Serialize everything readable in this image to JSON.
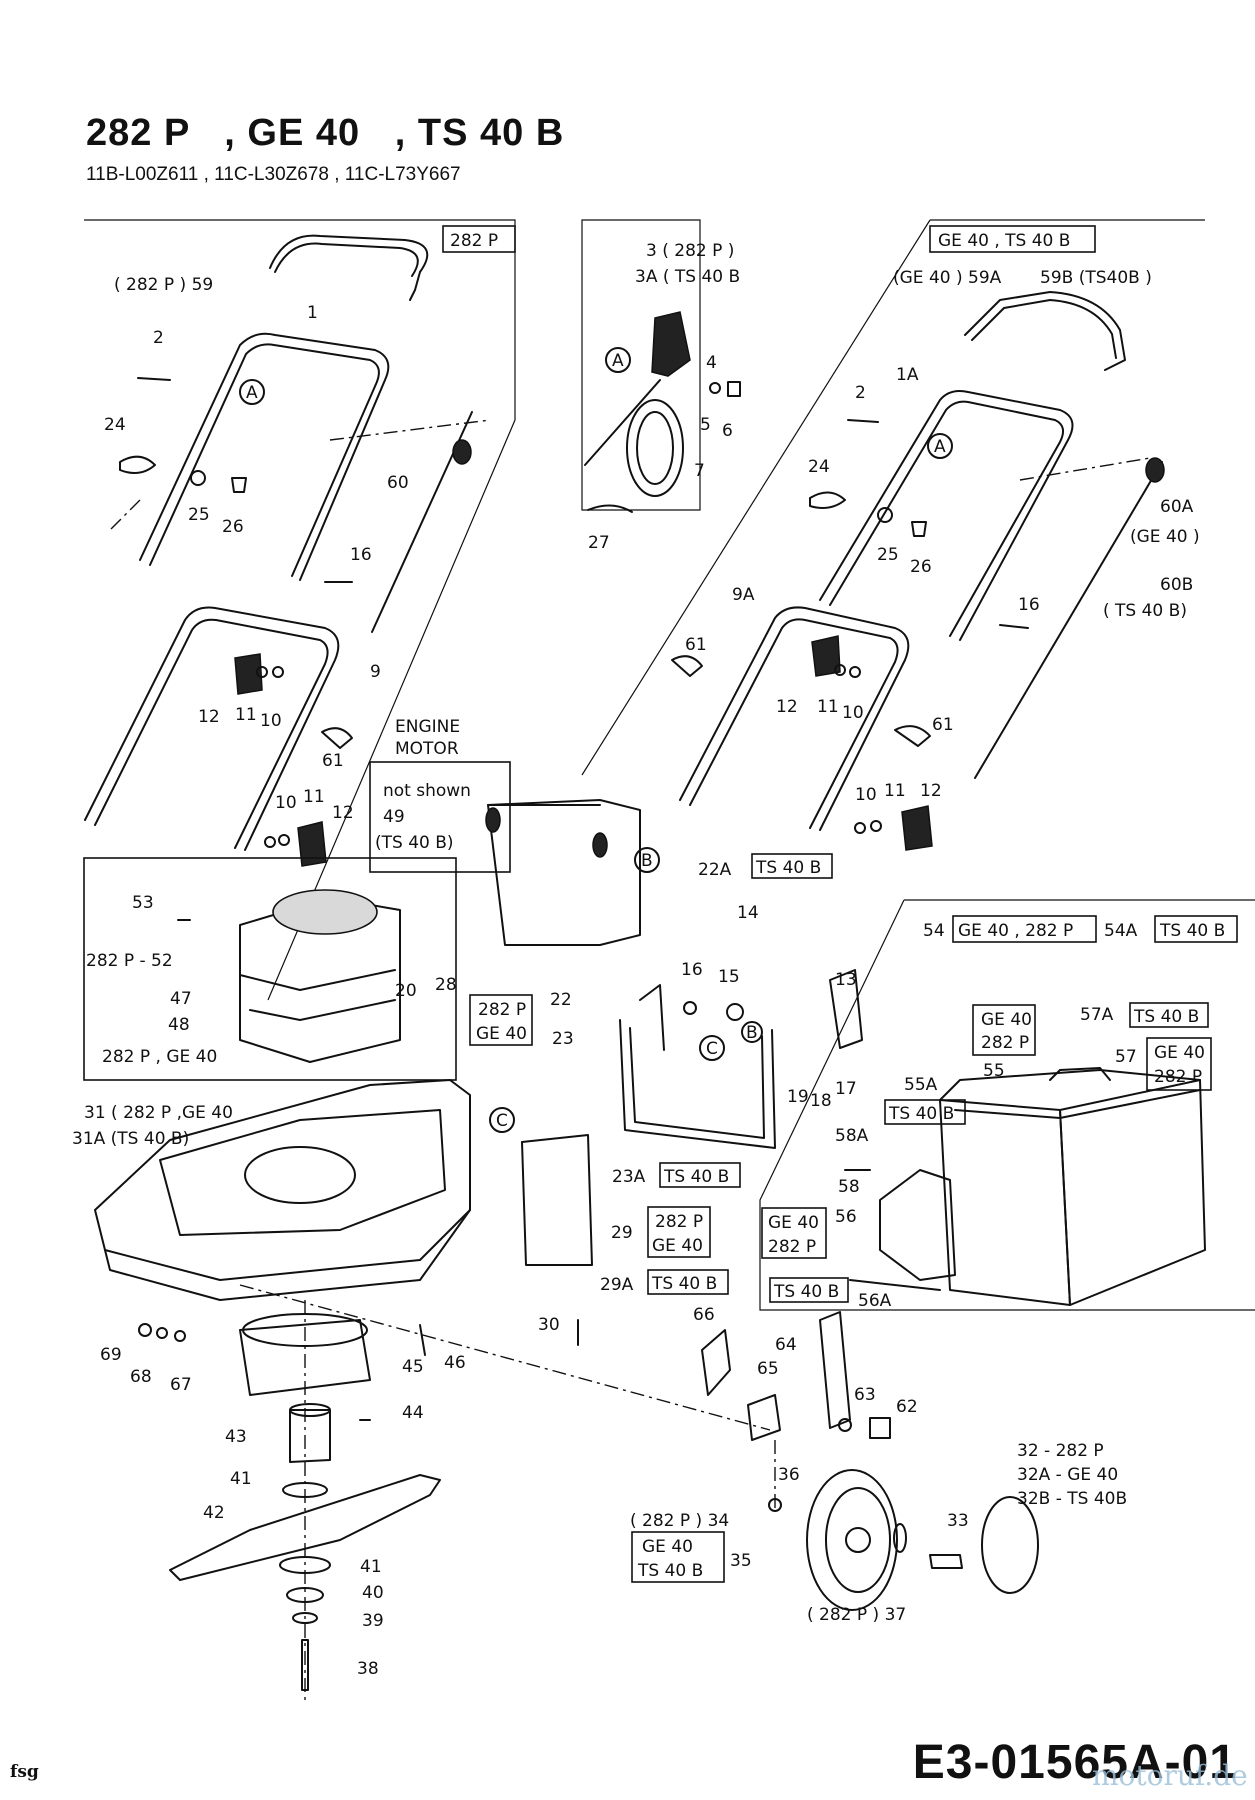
{
  "header": {
    "title": "282 P   , GE 40   , TS 40 B",
    "subtitle": "11B-L00Z611 , 11C-L30Z678 , 11C-L73Y667"
  },
  "footer": {
    "doc_number": "E3-01565A-01",
    "left_mark": "fsg",
    "watermark": "motoruf.de"
  },
  "boxes": {
    "b282p": "282 P",
    "ge40ts40b": "GE 40 , TS 40 B",
    "ts40b_22a": "TS 40 B",
    "engine_title_1": "ENGINE",
    "engine_title_2": "MOTOR",
    "not_shown": "not shown",
    "not_shown_49": "49",
    "not_shown_ts": "(TS 40 B)",
    "engine_model": "282 P , GE 40",
    "b23_l1": "282 P",
    "b23_l2": "GE 40",
    "b23a": "TS 40 B",
    "b29_l1": "282 P",
    "b29_l2": "GE 40",
    "b29a": "TS 40 B",
    "catcher_54": "GE 40 , 282 P",
    "catcher_54a": "TS 40 B",
    "b55_l1": "GE 40",
    "b55_l2": "282 P",
    "b57a": "TS 40 B",
    "b57_l1": "GE 40",
    "b57_l2": "282 P",
    "b55a": "TS 40 B",
    "b56_l1": "GE 40",
    "b56_l2": "282 P",
    "b56a": "TS 40 B",
    "b35_l1": "GE 40",
    "b35_l2": "TS 40 B"
  },
  "labels": {
    "l59": "( 282 P )  59",
    "l1": "1",
    "l2": "2",
    "l24": "24",
    "l25": "25",
    "l26": "26",
    "l60": "60",
    "l16": "16",
    "l9": "9",
    "l12": "12",
    "l11": "11",
    "l10": "10",
    "l61": "61",
    "l10b": "10",
    "l11b": "11",
    "l12b": "12",
    "l3": "3  ( 282 P )",
    "l3a": "3A  ( TS 40 B",
    "l4": "4",
    "l5": "5",
    "l6": "6",
    "l7": "7",
    "l27": "27",
    "l59a": "(GE 40 ) 59A",
    "l59b": "59B (TS40B )",
    "l1a": "1A",
    "l2r": "2",
    "l24r": "24",
    "l25r": "25",
    "l26r": "26",
    "l60a": "60A",
    "l60a_n": "(GE 40 )",
    "l60b": "60B",
    "l60b_n": "( TS 40 B)",
    "l16r": "16",
    "l9a": "9A",
    "l61r": "61",
    "l12r": "12",
    "l11r": "11",
    "l10r": "10",
    "l61r2": "61",
    "l10r2": "10",
    "l11r2": "11",
    "l12r2": "12",
    "l22a": "22A",
    "l22": "22",
    "l14": "14",
    "l16m": "16",
    "l15": "15",
    "l13": "13",
    "l23": "23",
    "l19": "19",
    "l18": "18",
    "l17": "17",
    "l23a": "23A",
    "l53": "53",
    "l52": "282 P - 52",
    "l47": "47",
    "l48": "48",
    "l20": "20",
    "l28": "28",
    "l31": "31 ( 282 P ,GE 40",
    "l31a": "31A (TS 40 B)",
    "l29": "29",
    "l29a": "29A",
    "l30": "30",
    "l54": "54",
    "l54a": "54A",
    "l55": "55",
    "l57a": "57A",
    "l57": "57",
    "l55a": "55A",
    "l58a": "58A",
    "l58": "58",
    "l56": "56",
    "l56a": "56A",
    "l69": "69",
    "l68": "68",
    "l67": "67",
    "l45": "45",
    "l46": "46",
    "l44": "44",
    "l43": "43",
    "l41": "41",
    "l42": "42",
    "l41b": "41",
    "l40": "40",
    "l39": "39",
    "l38": "38",
    "l66": "66",
    "l64": "64",
    "l65": "65",
    "l63": "63",
    "l62": "62",
    "l36": "36",
    "l32": "32   - 282 P",
    "l32a": "32A  - GE 40",
    "l32b": "32B  - TS 40B",
    "l33": "33",
    "l34": "( 282 P )    34",
    "l35": "35",
    "l37": "( 282 P ) 37",
    "ref_a": "A",
    "ref_b": "B",
    "ref_c": "C"
  }
}
